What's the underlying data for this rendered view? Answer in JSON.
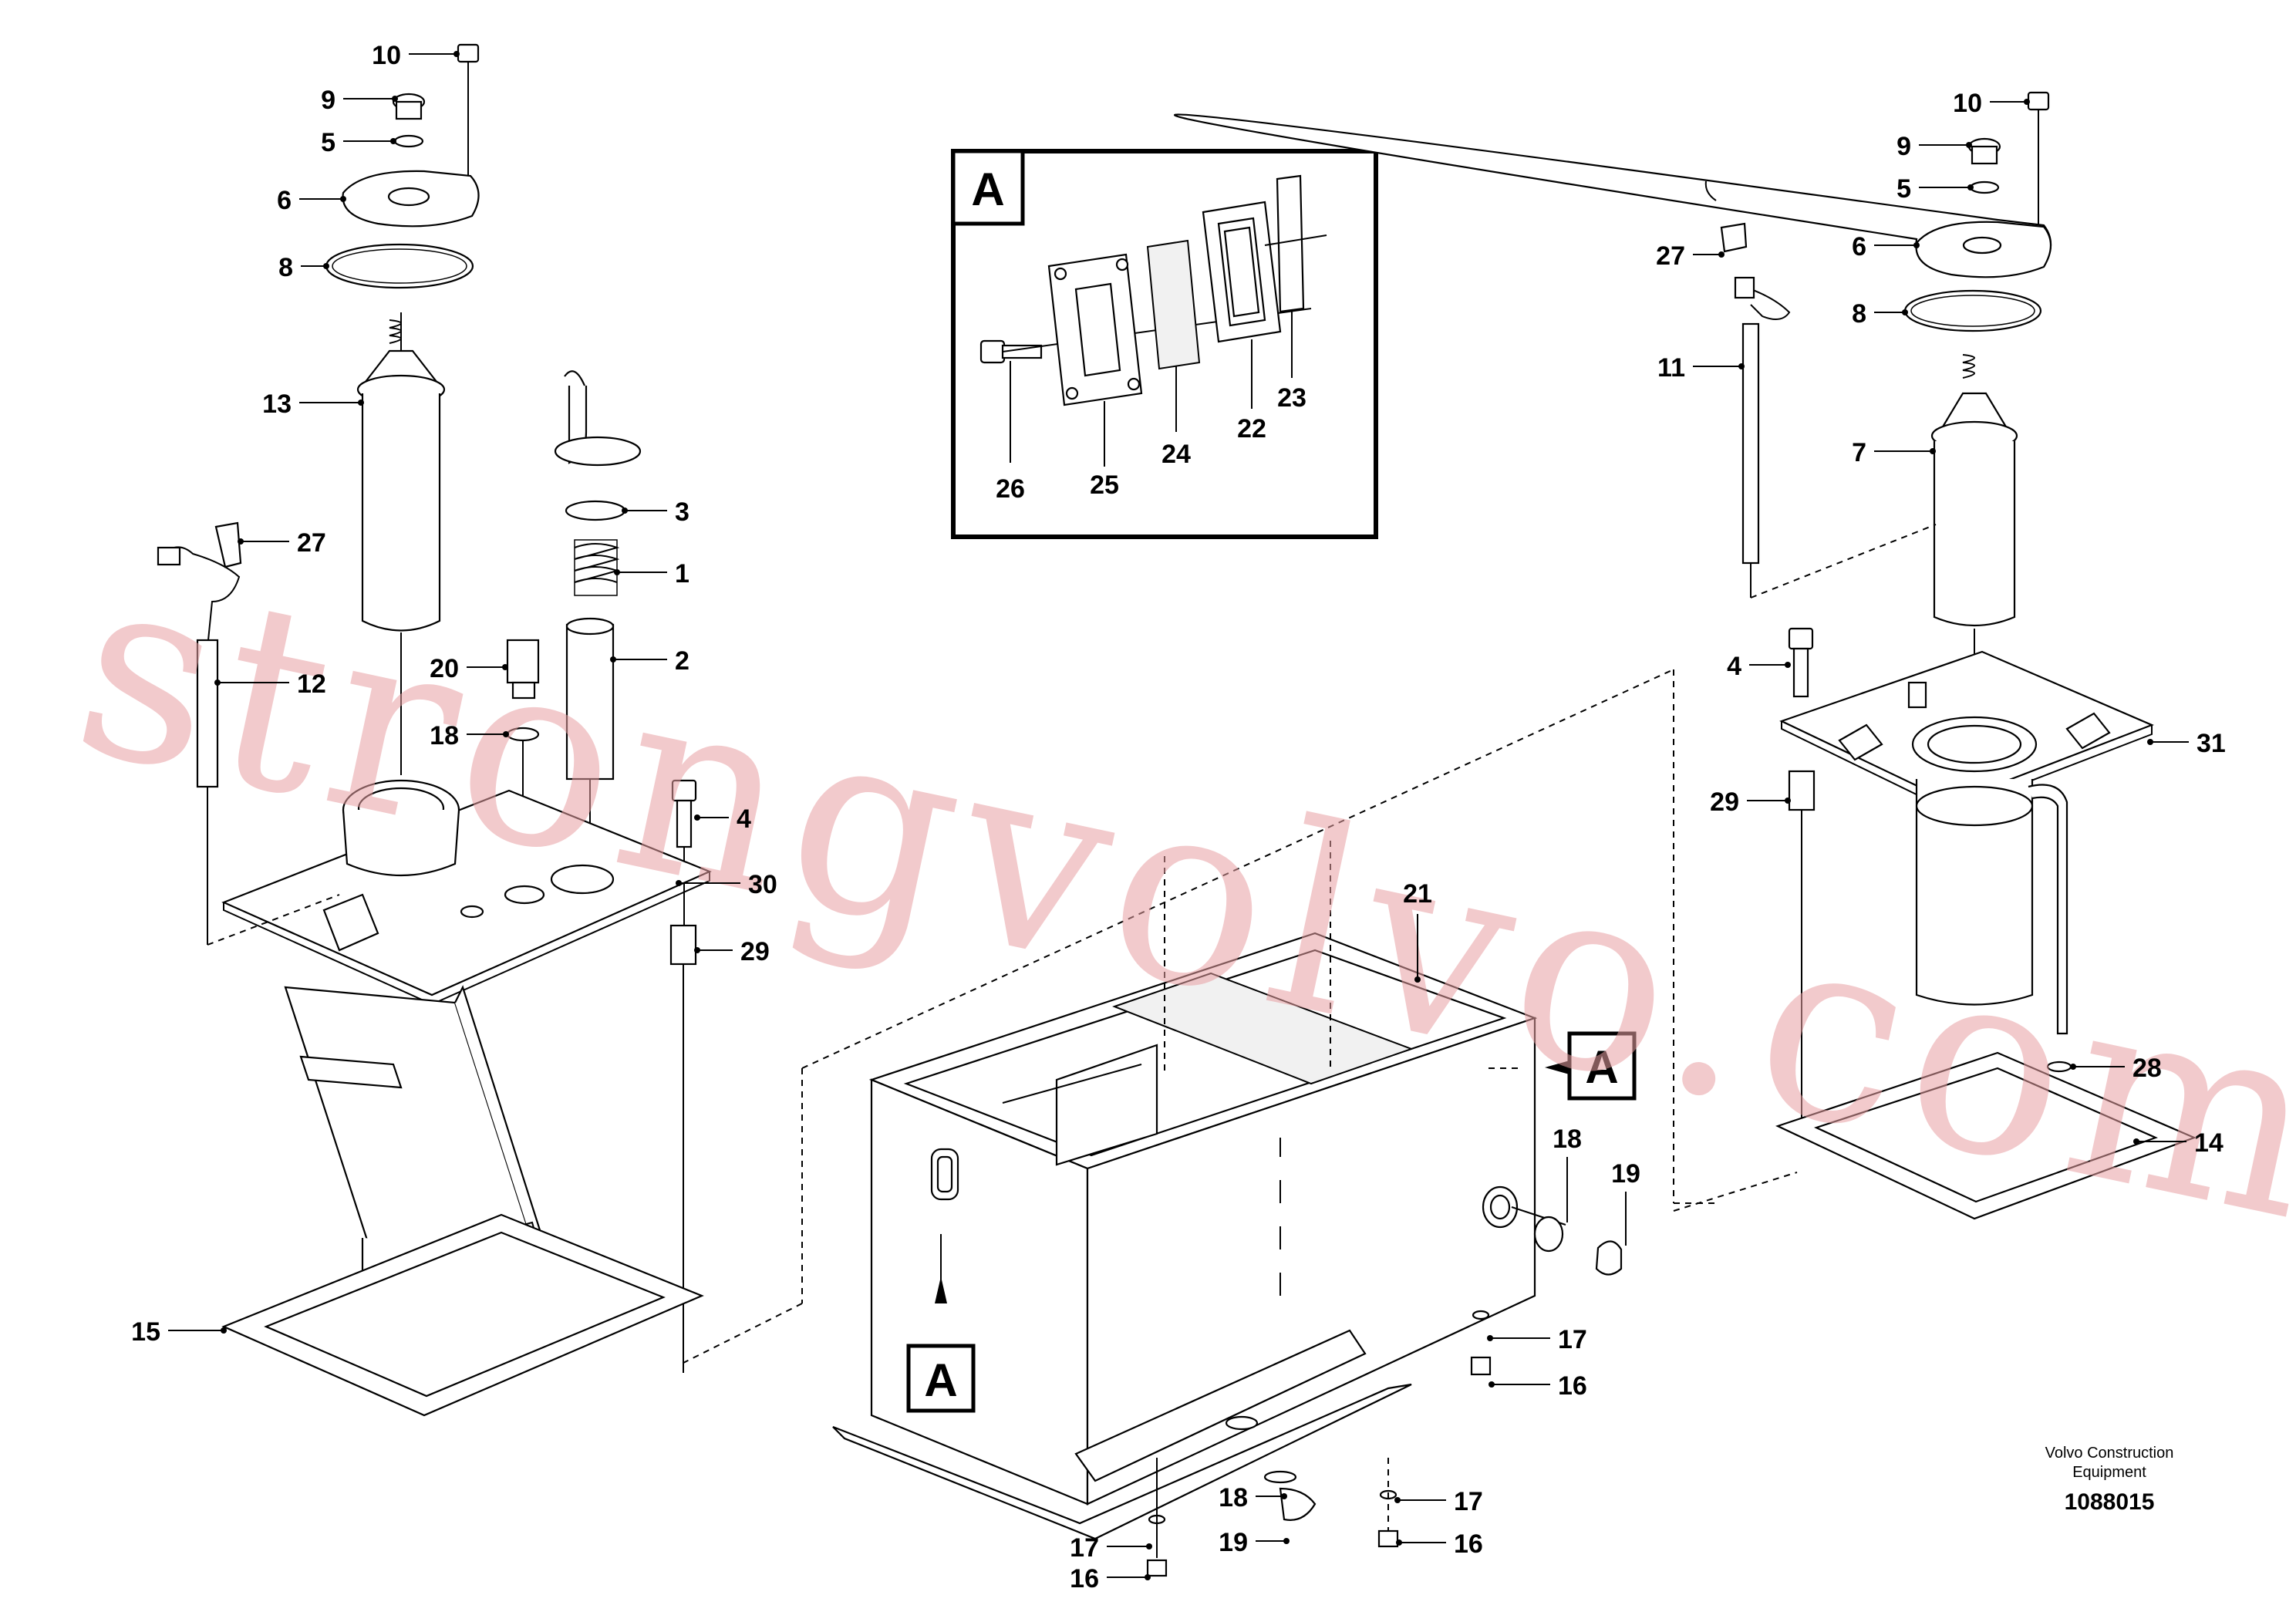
{
  "diagram": {
    "detail_box_letter": "A",
    "section_marker_letters": [
      "A",
      "A"
    ],
    "callouts": [
      "10",
      "9",
      "5",
      "6",
      "8",
      "13",
      "27",
      "12",
      "20",
      "18",
      "3",
      "1",
      "2",
      "4",
      "30",
      "29",
      "15",
      "26",
      "25",
      "24",
      "22",
      "23",
      "27",
      "11",
      "10",
      "9",
      "5",
      "6",
      "8",
      "7",
      "4",
      "31",
      "29",
      "28",
      "14",
      "21",
      "18",
      "19",
      "17",
      "16",
      "18",
      "19",
      "17",
      "16",
      "17",
      "16"
    ],
    "watermark": "strongvolvo.com",
    "credit_line1": "Volvo Construction",
    "credit_line2": "Equipment",
    "document_number": "1088015"
  },
  "colors": {
    "line": "#000000",
    "watermark": "#e9a0a3",
    "background": "#ffffff"
  }
}
